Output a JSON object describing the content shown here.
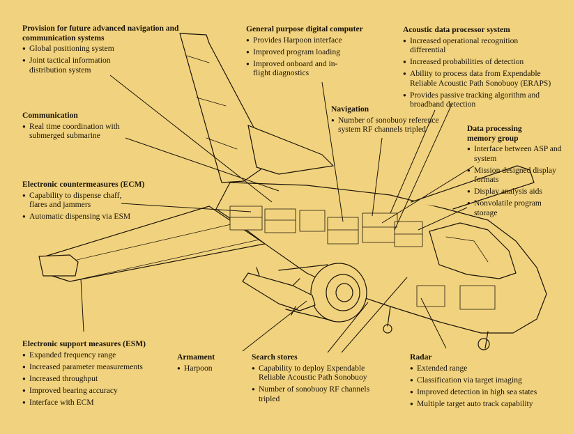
{
  "colors": {
    "background": "#f1d27e",
    "ink": "#1a1408"
  },
  "callouts": {
    "provision": {
      "title": "Provision for future advanced navigation and communication systems",
      "items": [
        "Global positioning system",
        "Joint tactical information distribution system"
      ]
    },
    "communication": {
      "title": "Communication",
      "items": [
        "Real time coordination with submerged submarine"
      ]
    },
    "ecm": {
      "title": "Electronic countermeasures (ECM)",
      "items": [
        "Capability to dispense chaff, flares and jammers",
        "Automatic dispensing via ESM"
      ]
    },
    "esm": {
      "title": "Electronic support measures (ESM)",
      "items": [
        "Expanded frequency range",
        "Increased parameter measurements",
        "Increased throughput",
        "Improved bearing accuracy",
        "Interface with ECM"
      ]
    },
    "computer": {
      "title": "General purpose digital computer",
      "items": [
        "Provides Harpoon interface",
        "Improved program loading",
        "Improved onboard and in-flight diagnostics"
      ]
    },
    "navigation": {
      "title": "Navigation",
      "items": [
        "Number of sonobuoy reference system RF channels tripled"
      ]
    },
    "acoustic": {
      "title": "Acoustic data processor system",
      "items": [
        "Increased operational recognition differential",
        "Increased probabilities of detection",
        "Ability to process data from Expendable Reliable Acoustic Path Sonobuoy (ERAPS)",
        "Provides passive tracking algorithm and broadband detection"
      ]
    },
    "memory": {
      "title": "Data processing memory group",
      "items": [
        "Interface between ASP and system",
        "Mission designed display formats",
        "Display analysis aids",
        "Nonvolatile program storage"
      ]
    },
    "armament": {
      "title": "Armament",
      "items": [
        "Harpoon"
      ]
    },
    "search": {
      "title": "Search stores",
      "items": [
        "Capability to deploy Expendable Reliable Acoustic Path Sonobuoy",
        "Number of sonobuoy RF channels tripled"
      ]
    },
    "radar": {
      "title": "Radar",
      "items": [
        "Extended range",
        "Classification via target imaging",
        "Improved detection in high sea states",
        "Multiple target auto track capability"
      ]
    }
  }
}
